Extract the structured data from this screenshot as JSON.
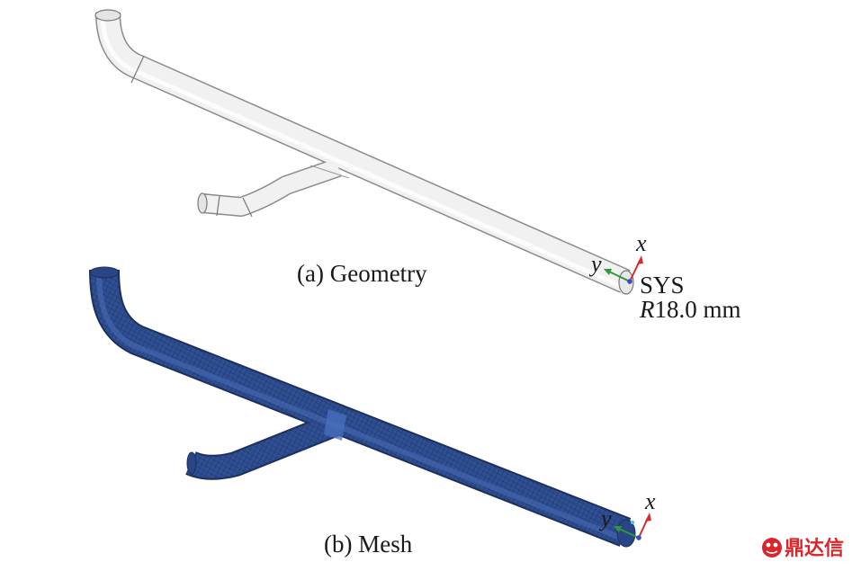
{
  "panels": {
    "a": {
      "caption": "(a) Geometry",
      "coordinate_system": {
        "x_axis": "x",
        "y_axis": "y",
        "name": "SYS",
        "radius_prefix": "R",
        "radius_value": "18.0 mm"
      }
    },
    "b": {
      "caption": "(b) Mesh",
      "coordinate_system": {
        "x_axis": "x",
        "y_axis": "y"
      }
    }
  },
  "colors": {
    "geometry_pipe": "#f1f1f1",
    "geometry_edge": "#8a8a8a",
    "mesh_pipe": "#2f4f93",
    "mesh_dark": "#1c2f5e",
    "axis_x": "#d62a2a",
    "axis_y": "#2c9a36",
    "axis_origin": "#3b47c4",
    "watermark": "#d8262c"
  },
  "watermark": {
    "icon": "dingdaxin-logo-icon",
    "text": "鼎达信"
  }
}
